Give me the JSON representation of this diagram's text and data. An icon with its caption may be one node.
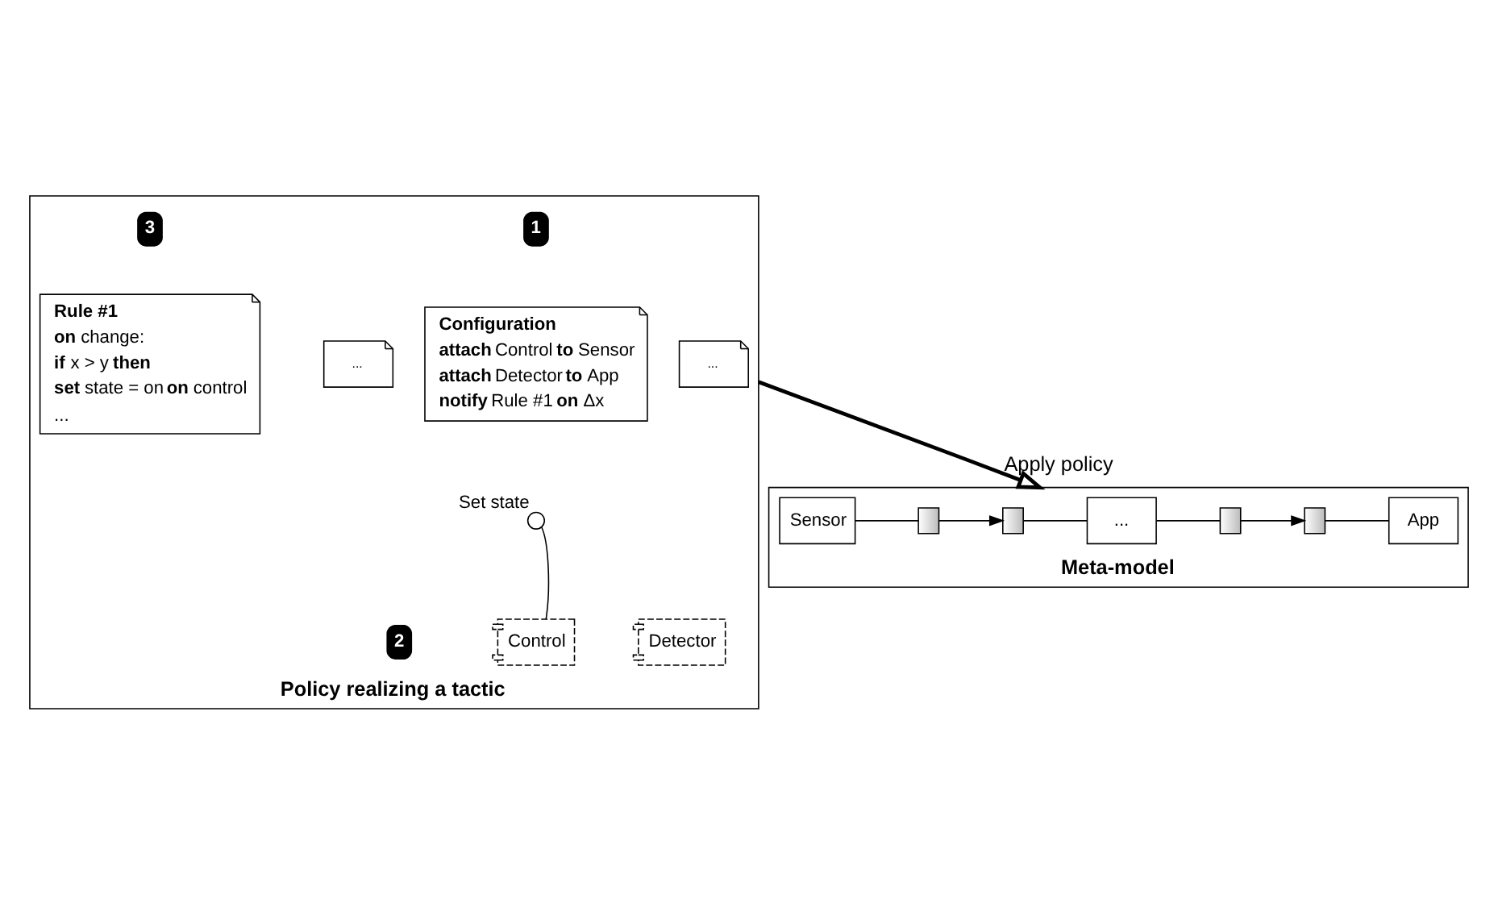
{
  "diagram": {
    "nodes": [
      {
        "text": [
          "Policy realizing a tactic"
        ]
      },
      {
        "text": [
          "Configuration",
          "**attach** Control **to** Sensor",
          "**attach** Detector **to** App",
          "**notify** Rule #1 **on** Δx"
        ],
        "in": 0
      },
      {
        "text": [
          "Rule #1",
          "**on** change:",
          "**if** x > y **then**",
          "**set** state = on **on** control",
          "..."
        ],
        "in": 0
      },
      {
        "text": [
          "..."
        ],
        "in": 0
      },
      {
        "text": [
          "..."
        ],
        "in": 0
      },
      {
        "text": [
          "Control"
        ],
        "in": 0
      },
      {
        "text": [],
        "shape": "circle",
        "in": 0,
        "beside": [
          "Set state"
        ]
      },
      {
        "text": [
          "Detector"
        ],
        "in": 0
      },
      {
        "text": [
          "Meta-model"
        ]
      },
      {
        "text": [
          "Sensor"
        ],
        "in": 8
      },
      {
        "text": [],
        "shape": "box",
        "in": 8
      },
      {
        "text": [],
        "shape": "box",
        "in": 8
      },
      {
        "text": [
          "..."
        ],
        "in": 8
      },
      {
        "text": [],
        "shape": "box",
        "in": 8
      },
      {
        "text": [],
        "shape": "box",
        "in": 8
      },
      {
        "text": [
          "App"
        ],
        "in": 8
      }
    ],
    "edges": [
      {
        "from": 5,
        "to": 6,
        "arrow": "none"
      },
      {
        "from": 0,
        "to": 8,
        "arrow": "to",
        "label": "Apply policy",
        "style": "thick"
      },
      {
        "from": 9,
        "to": 10,
        "arrow": "none"
      },
      {
        "from": 10,
        "to": 11,
        "arrow": "to"
      },
      {
        "from": 11,
        "to": 12,
        "arrow": "none"
      },
      {
        "from": 12,
        "to": 13,
        "arrow": "none"
      },
      {
        "from": 13,
        "to": 14,
        "arrow": "to"
      },
      {
        "from": 14,
        "to": 15,
        "arrow": "none"
      }
    ],
    "labels": [
      "1",
      "3",
      "2"
    ]
  }
}
